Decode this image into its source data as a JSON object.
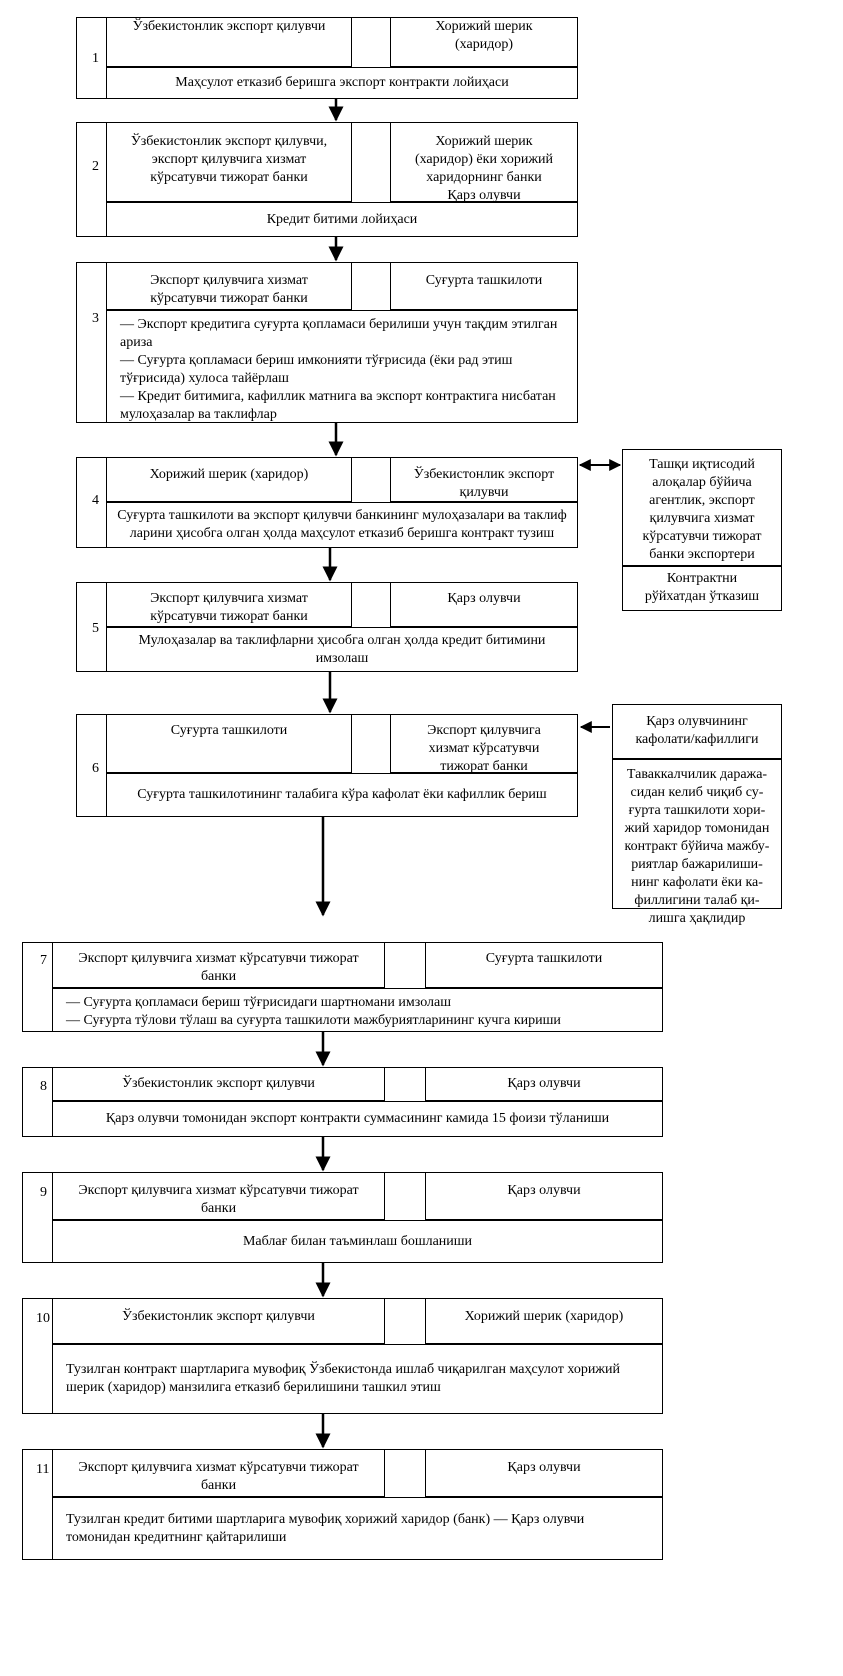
{
  "steps": [
    {
      "num": "1",
      "left": [
        "Ўзбекистонлик экспорт қилувчи"
      ],
      "right": [
        "Хорижий шерик",
        "(харидор)"
      ],
      "bottom": [
        "Маҳсулот етказиб беришга экспорт контракти лойиҳаси"
      ]
    },
    {
      "num": "2",
      "left": [
        "Ўзбекистонлик экспорт қилувчи,",
        "экспорт қилувчига хизмат",
        "кўрсатувчи тижорат банки"
      ],
      "right": [
        "Хорижий шерик",
        "(харидор) ёки хорижий",
        "харидорнинг банки",
        "Қарз олувчи"
      ],
      "bottom": [
        "Кредит битими лойиҳаси"
      ]
    },
    {
      "num": "3",
      "left": [
        "Экспорт қилувчига хизмат",
        "кўрсатувчи тижорат банки"
      ],
      "right": [
        "Суғурта ташкилоти"
      ],
      "bottom": [
        "— Экспорт кредитига суғурта қопламаси берилиши учун тақдим этилган",
        "ариза",
        "— Суғурта қопламаси бериш имконияти тўғрисида (ёки рад этиш",
        "тўғрисида) хулоса тайёрлаш",
        "— Кредит битимига, кафиллик матнига ва экспорт контрактига нисбатан",
        "мулоҳазалар ва таклифлар"
      ]
    },
    {
      "num": "4",
      "left": [
        "Хорижий шерик (харидор)"
      ],
      "right": [
        "Ўзбекистонлик экспорт",
        "қилувчи"
      ],
      "bottom": [
        "Суғурта ташкилоти ва экспорт қилувчи банкининг мулоҳазалари ва таклиф",
        "ларини ҳисобга олган ҳолда маҳсулот етказиб беришга контракт тузиш"
      ]
    },
    {
      "num": "5",
      "left": [
        "Экспорт қилувчига хизмат",
        "кўрсатувчи тижорат банки"
      ],
      "right": [
        "Қарз олувчи"
      ],
      "bottom": [
        "Мулоҳазалар ва таклифларни ҳисобга олган ҳолда кредит битимини",
        "имзолаш"
      ]
    },
    {
      "num": "6",
      "left": [
        "Суғурта ташкилоти"
      ],
      "right": [
        "Экспорт қилувчига",
        "хизмат кўрсатувчи",
        "тижорат банки"
      ],
      "bottom": [
        "Суғурта ташкилотининг талабига кўра кафолат ёки кафиллик бериш"
      ]
    },
    {
      "num": "7",
      "left": [
        "Экспорт қилувчига хизмат кўрсатувчи тижорат",
        "банки"
      ],
      "right": [
        "Суғурта ташкилоти"
      ],
      "bottom": [
        "—  Суғурта қопламаси бериш тўғрисидаги шартномани имзолаш",
        "—  Суғурта тўлови тўлаш ва суғурта ташкилоти мажбуриятларининг кучга кириши"
      ]
    },
    {
      "num": "8",
      "left": [
        "Ўзбекистонлик экспорт қилувчи"
      ],
      "right": [
        "Қарз олувчи"
      ],
      "bottom": [
        "Қарз олувчи томонидан экспорт контракти суммасининг камида 15 фоизи тўланиши"
      ]
    },
    {
      "num": "9",
      "left": [
        "Экспорт қилувчига хизмат кўрсатувчи тижорат",
        "банки"
      ],
      "right": [
        "Қарз олувчи"
      ],
      "bottom": [
        "Маблағ билан таъминлаш бошланиши"
      ]
    },
    {
      "num": "10",
      "left": [
        "Ўзбекистонлик экспорт қилувчи"
      ],
      "right": [
        "Хорижий шерик (харидор)"
      ],
      "bottom": [
        "Тузилган контракт шартларига мувофиқ Ўзбекистонда ишлаб чиқарилган маҳсулот хорижий",
        "шерик (харидор) манзилига етказиб берилишини ташкил этиш"
      ]
    },
    {
      "num": "11",
      "left": [
        "Экспорт қилувчига хизмат кўрсатувчи тижорат",
        "банки"
      ],
      "right": [
        "Қарз олувчи"
      ],
      "bottom": [
        "Тузилган кредит битими шартларига мувофиқ хорижий харидор (банк) — Қарз олувчи",
        "томонидан кредитнинг қайтарилиши"
      ]
    }
  ],
  "side_boxes": {
    "agency": {
      "title": [
        "Ташқи иқтисодий",
        "алоқалар бўйича",
        "агентлик, экспорт",
        "қилувчига хизмат",
        "кўрсатувчи тижорат",
        "банки экспортери"
      ],
      "note": [
        "Контрактни",
        "рўйхатдан ўтказиш"
      ]
    },
    "guarantee": {
      "title": [
        "Қарз олувчининг",
        "кафолати/кафиллиги"
      ],
      "note": [
        "Таваккалчилик даража-",
        "сидан келиб чиқиб су-",
        "ғурта ташкилоти хори-",
        "жий харидор томонидан",
        "контракт бўйича мажбу-",
        "риятлар бажарилиши-",
        "нинг кафолати ёки ка-",
        "филлигини талаб қи-",
        "лишга ҳақлидир"
      ]
    }
  }
}
